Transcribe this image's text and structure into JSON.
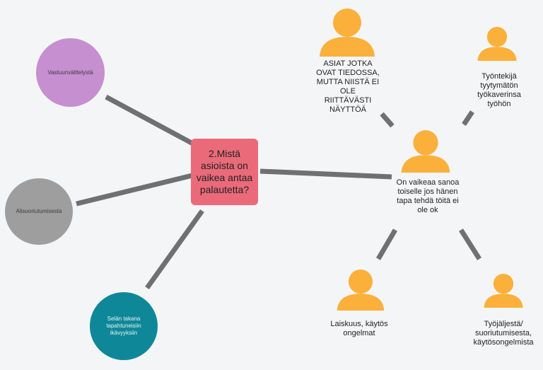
{
  "colors": {
    "background": "#f4f5f7",
    "connector": "#707070",
    "person": "#fbb03b",
    "center": "#ea6a7a",
    "purple": "#c58fd0",
    "gray": "#9e9e9e",
    "teal": "#0e8898"
  },
  "center": {
    "title": "2.Mistä asioista on vaikea antaa palautetta?"
  },
  "circles": {
    "responsibility": "Vastuunvälttelystä",
    "underperformance": "Alisuoriutumisesta",
    "behind_back": "Selän takana tapahtuneisiin ikävyyksiin"
  },
  "hub": {
    "label": "On vaikeaa sanoa toiselle jos hänen tapa tehdä töitä ei ole ok"
  },
  "people": {
    "known_issues": "ASIAT JOTKA OVAT TIEDOSSA, MUTTA NIISTÄ EI OLE RIITTÄVÄSTI NÄYTTÖÄ",
    "dissatisfied": "Työntekijä tyytymätön työkaverinsa työhön",
    "laziness": "Laiskuus, käytös ongelmat",
    "quality": "Työjäljestä/ suoriutumisesta, käytösongelmista"
  },
  "icons": {
    "person": "person-icon"
  }
}
